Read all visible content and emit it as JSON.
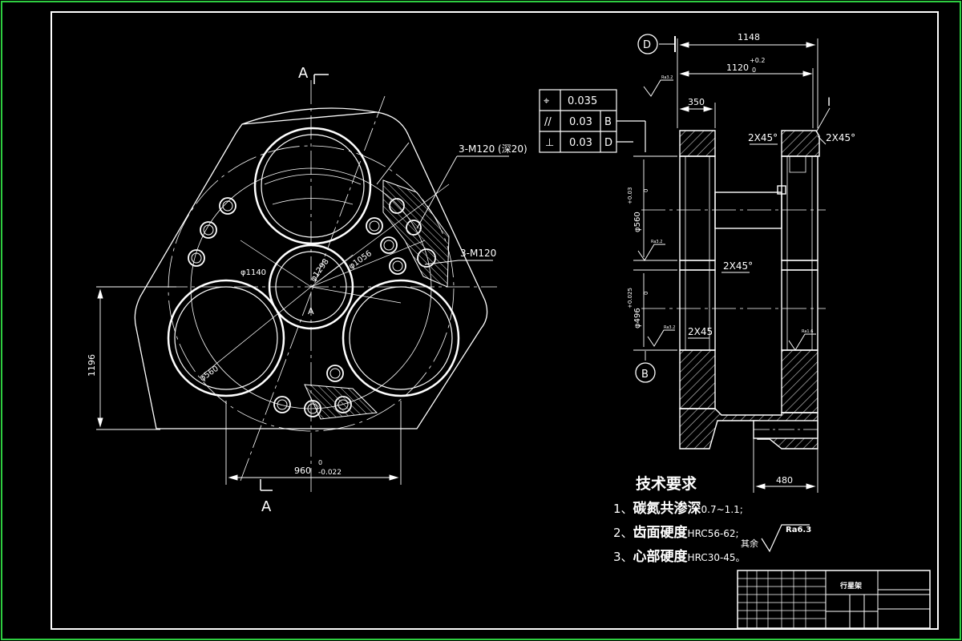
{
  "colors": {
    "background": "#000000",
    "frame": "#2ecc40",
    "line": "#ffffff",
    "hatch": "#cccccc"
  },
  "left_view": {
    "section_label_top": "A",
    "section_label_bottom": "A",
    "center_label": "A",
    "callout_thread_deep": "3-M120 (深20)",
    "callout_thread": "3-M120",
    "dia_pitch_circle": "φ1140",
    "dia_center_bore": "φ1298",
    "dia_1056": "φ1056",
    "dia_560": "φ560",
    "dim_height": "1196",
    "dim_width": "960",
    "dim_width_tol_upper": "0",
    "dim_width_tol_lower": "-0.022"
  },
  "tolerance_table": [
    {
      "symbol": "⌖",
      "value": "0.035",
      "datum": ""
    },
    {
      "symbol": "//",
      "value": "0.03",
      "datum": "B"
    },
    {
      "symbol": "⊥",
      "value": "0.03",
      "datum": "D"
    }
  ],
  "right_view": {
    "datum_top": "D",
    "datum_bottom": "B",
    "dim_overall": "1148",
    "dim_inner": "1120",
    "dim_inner_tol_upper": "+0.2",
    "dim_inner_tol_lower": "0",
    "dim_350": "350",
    "dim_480": "480",
    "chamfer_1": "2X45°",
    "chamfer_2": "2X45°",
    "chamfer_3": "2X45°",
    "chamfer_4": "2X45",
    "detail_mark": "I",
    "dia_560": "φ560",
    "dia_560_tol_upper": "+0.03",
    "dia_560_tol_lower": "0",
    "dia_496": "φ496",
    "dia_496_tol_upper": "+0.025",
    "dia_496_tol_lower": "0",
    "roughness_1": "Ra3.2",
    "roughness_2": "Ra3.2",
    "roughness_3": "Ra3.2",
    "roughness_4": "Ra1.6"
  },
  "tech_requirements": {
    "title": "技术要求",
    "items": [
      {
        "prefix": "1、",
        "main": "碳氮共渗深",
        "suffix": "0.7~1.1;"
      },
      {
        "prefix": "2、",
        "main": "齿面硬度",
        "suffix": "HRC56-62;"
      },
      {
        "prefix": "3、",
        "main": "心部硬度",
        "suffix": "HRC30-45。"
      }
    ],
    "others_label": "其余",
    "others_roughness": "Ra6.3"
  },
  "title_block": {
    "part_name": "行星架"
  }
}
